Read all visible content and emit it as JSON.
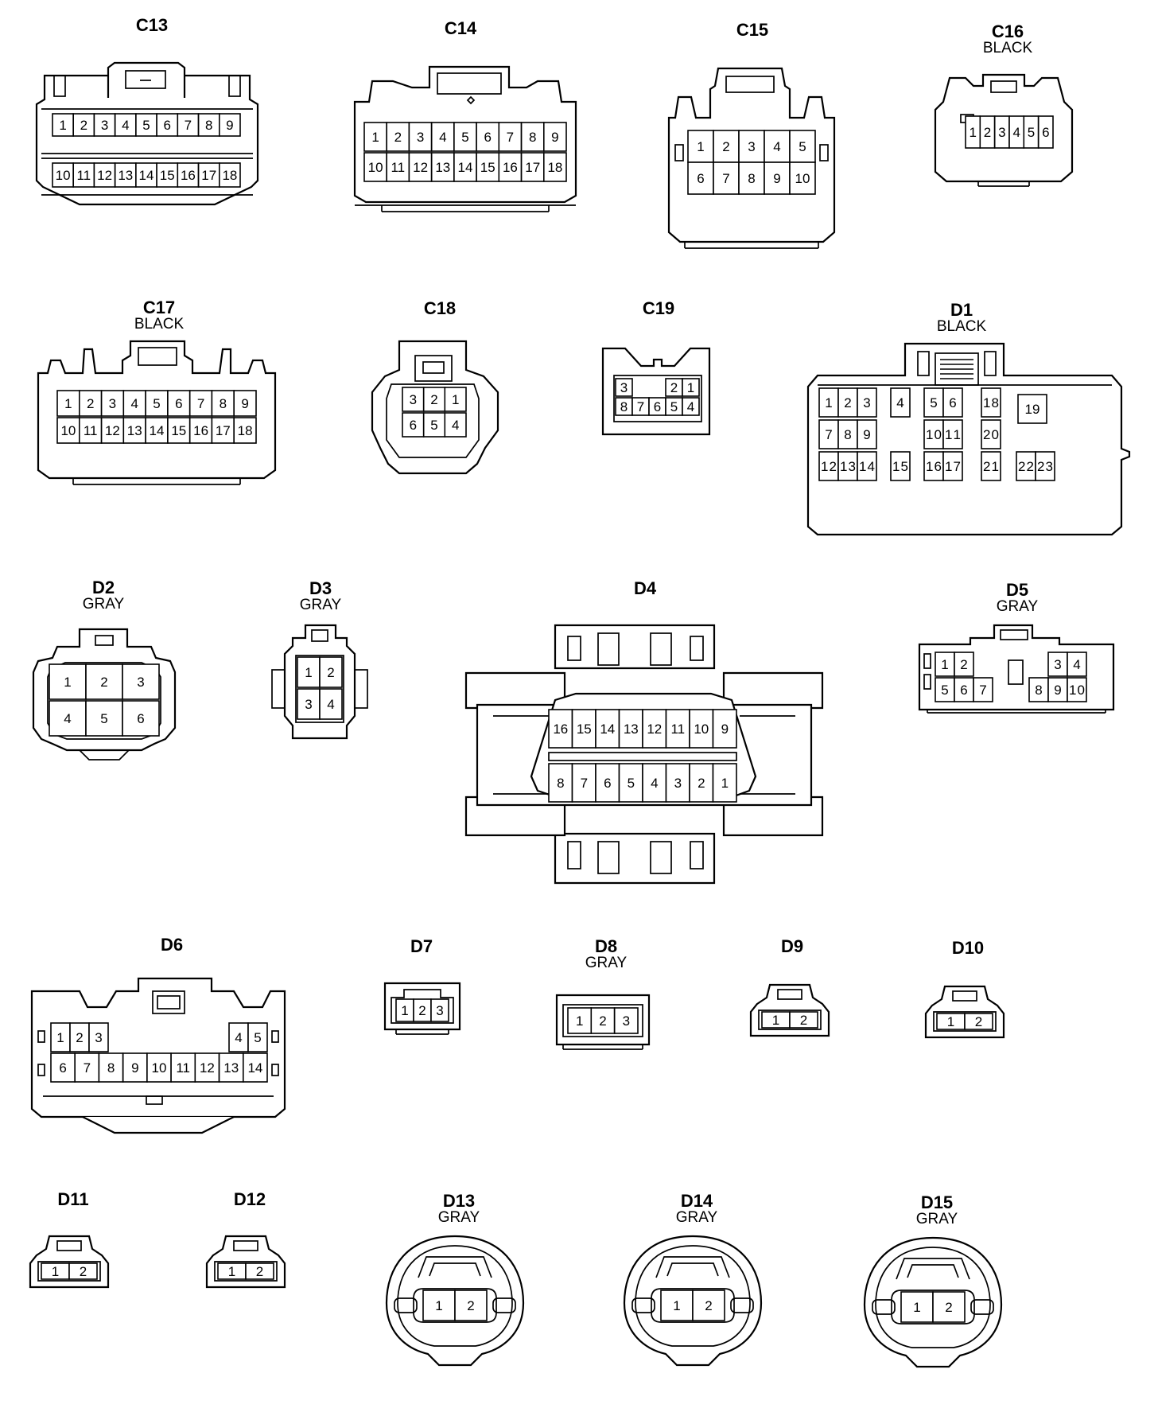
{
  "connectors": [
    {
      "id": "C13",
      "name": "C13",
      "pins": [
        [
          "1",
          "2",
          "3",
          "4",
          "5",
          "6",
          "7",
          "8",
          "9"
        ],
        [
          "10",
          "11",
          "12",
          "13",
          "14",
          "15",
          "16",
          "17",
          "18"
        ]
      ]
    },
    {
      "id": "C14",
      "name": "C14",
      "pins": [
        [
          "1",
          "2",
          "3",
          "4",
          "5",
          "6",
          "7",
          "8",
          "9"
        ],
        [
          "10",
          "11",
          "12",
          "13",
          "14",
          "15",
          "16",
          "17",
          "18"
        ]
      ]
    },
    {
      "id": "C15",
      "name": "C15",
      "pins": [
        [
          "1",
          "2",
          "3",
          "4",
          "5"
        ],
        [
          "6",
          "7",
          "8",
          "9",
          "10"
        ]
      ]
    },
    {
      "id": "C16",
      "name": "C16",
      "color": "BLACK",
      "pins": [
        [
          "1",
          "2",
          "3",
          "4",
          "5",
          "6"
        ]
      ]
    },
    {
      "id": "C17",
      "name": "C17",
      "color": "BLACK",
      "pins": [
        [
          "1",
          "2",
          "3",
          "4",
          "5",
          "6",
          "7",
          "8",
          "9"
        ],
        [
          "10",
          "11",
          "12",
          "13",
          "14",
          "15",
          "16",
          "17",
          "18"
        ]
      ]
    },
    {
      "id": "C18",
      "name": "C18",
      "pins": [
        [
          "3",
          "2",
          "1"
        ],
        [
          "6",
          "5",
          "4"
        ]
      ]
    },
    {
      "id": "C19",
      "name": "C19",
      "pins": [
        [
          "3",
          "",
          "",
          "2",
          "1"
        ],
        [
          "8",
          "7",
          "6",
          "5",
          "4"
        ]
      ]
    },
    {
      "id": "D1",
      "name": "D1",
      "color": "BLACK",
      "pins": [
        [
          "1",
          "2",
          "3",
          "4",
          "5",
          "6",
          "18",
          "19"
        ],
        [
          "7",
          "8",
          "9",
          "10",
          "11",
          "20"
        ],
        [
          "12",
          "13",
          "14",
          "15",
          "16",
          "17",
          "21",
          "22",
          "23"
        ]
      ]
    },
    {
      "id": "D2",
      "name": "D2",
      "color": "GRAY",
      "pins": [
        [
          "1",
          "2",
          "3"
        ],
        [
          "4",
          "5",
          "6"
        ]
      ]
    },
    {
      "id": "D3",
      "name": "D3",
      "color": "GRAY",
      "pins": [
        [
          "1",
          "2"
        ],
        [
          "3",
          "4"
        ]
      ]
    },
    {
      "id": "D4",
      "name": "D4",
      "pins": [
        [
          "16",
          "15",
          "14",
          "13",
          "12",
          "11",
          "10",
          "9"
        ],
        [
          "8",
          "7",
          "6",
          "5",
          "4",
          "3",
          "2",
          "1"
        ]
      ]
    },
    {
      "id": "D5",
      "name": "D5",
      "color": "GRAY",
      "pins": [
        [
          "1",
          "2",
          "3",
          "4"
        ],
        [
          "5",
          "6",
          "7",
          "8",
          "9",
          "10"
        ]
      ]
    },
    {
      "id": "D6",
      "name": "D6",
      "pins": [
        [
          "1",
          "2",
          "3",
          "4",
          "5"
        ],
        [
          "6",
          "7",
          "8",
          "9",
          "10",
          "11",
          "12",
          "13",
          "14"
        ]
      ]
    },
    {
      "id": "D7",
      "name": "D7",
      "pins": [
        [
          "1",
          "2",
          "3"
        ]
      ]
    },
    {
      "id": "D8",
      "name": "D8",
      "color": "GRAY",
      "pins": [
        [
          "1",
          "2",
          "3"
        ]
      ]
    },
    {
      "id": "D9",
      "name": "D9",
      "pins": [
        [
          "1",
          "2"
        ]
      ]
    },
    {
      "id": "D10",
      "name": "D10",
      "pins": [
        [
          "1",
          "2"
        ]
      ]
    },
    {
      "id": "D11",
      "name": "D11",
      "pins": [
        [
          "1",
          "2"
        ]
      ]
    },
    {
      "id": "D12",
      "name": "D12",
      "pins": [
        [
          "1",
          "2"
        ]
      ]
    },
    {
      "id": "D13",
      "name": "D13",
      "color": "GRAY",
      "pins": [
        [
          "1",
          "2"
        ]
      ]
    },
    {
      "id": "D14",
      "name": "D14",
      "color": "GRAY",
      "pins": [
        [
          "1",
          "2"
        ]
      ]
    },
    {
      "id": "D15",
      "name": "D15",
      "color": "GRAY",
      "pins": [
        [
          "1",
          "2"
        ]
      ]
    }
  ]
}
